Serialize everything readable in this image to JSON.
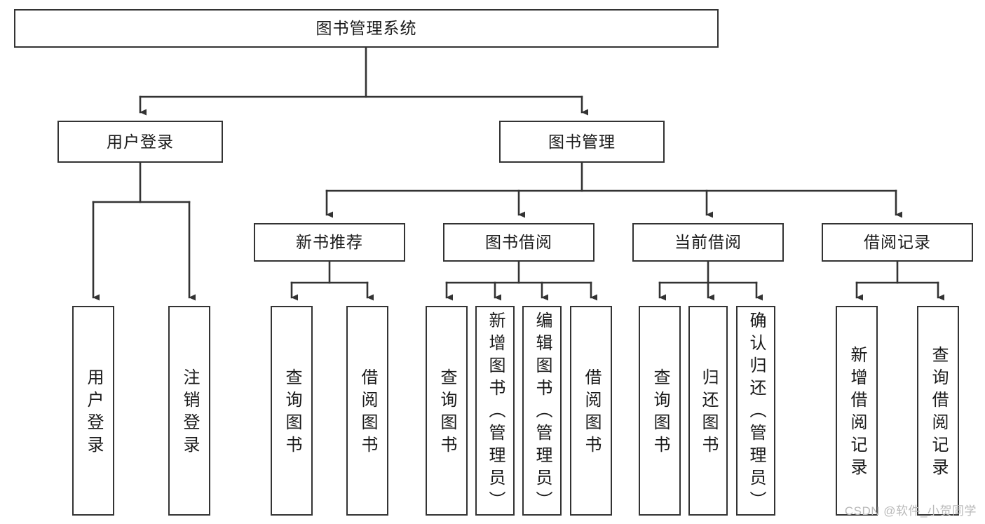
{
  "diagram": {
    "type": "tree-hierarchy-flowchart",
    "title": "图书管理系统",
    "watermark": "CSDN @软件_小贺同学",
    "colors": {
      "border": "#333333",
      "fill": "#ffffff",
      "text": "#1a1a1a",
      "connector": "#333333",
      "watermark": "#b9b9b9",
      "background": "#ffffff"
    },
    "nodes": {
      "root": {
        "label": "图书管理系统"
      },
      "level2": [
        {
          "id": "user-login",
          "label": "用户登录"
        },
        {
          "id": "book-manage",
          "label": "图书管理"
        }
      ],
      "level3": [
        {
          "id": "new-book-rec",
          "label": "新书推荐"
        },
        {
          "id": "book-borrow",
          "label": "图书借阅"
        },
        {
          "id": "current-borrow",
          "label": "当前借阅"
        },
        {
          "id": "borrow-record",
          "label": "借阅记录"
        }
      ],
      "leaves": [
        {
          "id": "leaf-user-login",
          "label": "用户登录",
          "parent": "user-login"
        },
        {
          "id": "leaf-user-logout",
          "label": "注销登录",
          "parent": "user-login"
        },
        {
          "id": "leaf-query-book-1",
          "label": "查询图书",
          "parent": "new-book-rec"
        },
        {
          "id": "leaf-borrow-book-1",
          "label": "借阅图书",
          "parent": "new-book-rec"
        },
        {
          "id": "leaf-query-book-2",
          "label": "查询图书",
          "parent": "book-borrow"
        },
        {
          "id": "leaf-add-book",
          "label": "新增图书（管理员）",
          "parent": "book-borrow"
        },
        {
          "id": "leaf-edit-book",
          "label": "编辑图书（管理员）",
          "parent": "book-borrow"
        },
        {
          "id": "leaf-borrow-book-2",
          "label": "借阅图书",
          "parent": "book-borrow"
        },
        {
          "id": "leaf-query-book-3",
          "label": "查询图书",
          "parent": "current-borrow"
        },
        {
          "id": "leaf-return-book",
          "label": "归还图书",
          "parent": "current-borrow"
        },
        {
          "id": "leaf-confirm-return",
          "label": "确认归还（管理员）",
          "parent": "current-borrow"
        },
        {
          "id": "leaf-add-record",
          "label": "新增借阅记录",
          "parent": "borrow-record"
        },
        {
          "id": "leaf-query-record",
          "label": "查询借阅记录",
          "parent": "borrow-record"
        }
      ]
    }
  }
}
